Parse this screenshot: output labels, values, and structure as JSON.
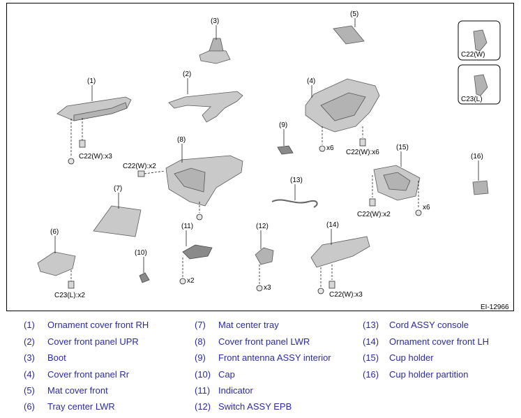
{
  "figure_id": "EI-12966",
  "callouts": {
    "c1": "(1)",
    "c2": "(2)",
    "c3": "(3)",
    "c4": "(4)",
    "c5": "(5)",
    "c6": "(6)",
    "c7": "(7)",
    "c8": "(8)",
    "c9": "(9)",
    "c10": "(10)",
    "c11": "(11)",
    "c12": "(12)",
    "c13": "(13)",
    "c14": "(14)",
    "c15": "(15)",
    "c16": "(16)"
  },
  "quantities": {
    "q1": "C22(W):x3",
    "q4a": "x6",
    "q4b": "C22(W):x6",
    "q6": "C23(L):x2",
    "q8": "C22(W):x2",
    "q11": "x2",
    "q12": "x3",
    "q14": "C22(W):x3",
    "q15a": "C22(W):x2",
    "q15b": "x6"
  },
  "clip_keys": {
    "w": "C22(W)",
    "l": "C23(L)"
  },
  "legend": [
    {
      "num": "(1)",
      "name": "Ornament cover front RH"
    },
    {
      "num": "(2)",
      "name": "Cover front panel UPR"
    },
    {
      "num": "(3)",
      "name": "Boot"
    },
    {
      "num": "(4)",
      "name": "Cover front panel Rr"
    },
    {
      "num": "(5)",
      "name": "Mat cover front"
    },
    {
      "num": "(6)",
      "name": "Tray center LWR"
    },
    {
      "num": "(7)",
      "name": "Mat center tray"
    },
    {
      "num": "(8)",
      "name": "Cover front panel LWR"
    },
    {
      "num": "(9)",
      "name": "Front antenna ASSY interior"
    },
    {
      "num": "(10)",
      "name": "Cap"
    },
    {
      "num": "(11)",
      "name": "Indicator"
    },
    {
      "num": "(12)",
      "name": "Switch ASSY EPB"
    },
    {
      "num": "(13)",
      "name": "Cord ASSY console"
    },
    {
      "num": "(14)",
      "name": "Ornament cover front LH"
    },
    {
      "num": "(15)",
      "name": "Cup holder"
    },
    {
      "num": "(16)",
      "name": "Cup holder partition"
    }
  ]
}
